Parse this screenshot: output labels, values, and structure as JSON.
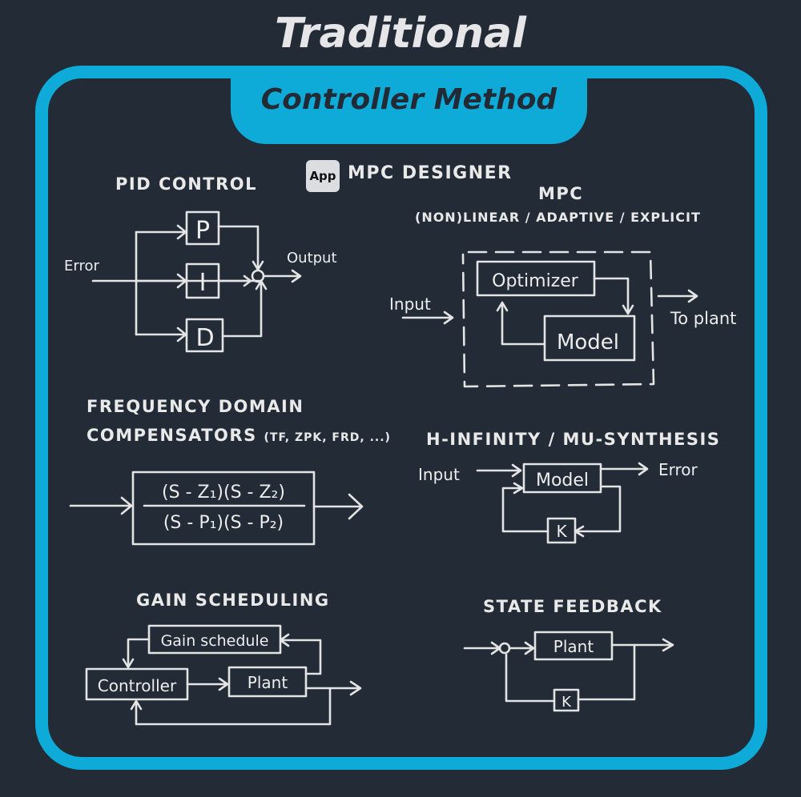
{
  "header": {
    "title": "Traditional",
    "tab_label": "Controller Method"
  },
  "colors": {
    "background": "#232b36",
    "accent": "#0fabd8",
    "chalk": "#e8e8e8"
  },
  "app_link": {
    "badge": "App",
    "label": "MPC DESIGNER"
  },
  "sections": {
    "pid": {
      "title": "PID CONTROL",
      "input": "Error",
      "output": "Output",
      "blocks": [
        "P",
        "I",
        "D"
      ]
    },
    "mpc": {
      "title": "MPC",
      "subtitle": "(NON)LINEAR / ADAPTIVE / EXPLICIT",
      "input": "Input",
      "output": "To plant",
      "blocks": [
        "Optimizer",
        "Model"
      ]
    },
    "freq": {
      "title_line1": "FREQUENCY DOMAIN",
      "title_line2": "COMPENSATORS",
      "title_suffix": "(TF, ZPK, FRD, ...)",
      "numerator": "(S - Z₁)(S - Z₂)",
      "denominator": "(S - P₁)(S - P₂)"
    },
    "hinf": {
      "title": "H-INFINITY / MU-SYNTHESIS",
      "input": "Input",
      "output": "Error",
      "blocks": [
        "Model",
        "K"
      ]
    },
    "gain": {
      "title": "GAIN SCHEDULING",
      "blocks": [
        "Gain schedule",
        "Controller",
        "Plant"
      ]
    },
    "state": {
      "title": "STATE FEEDBACK",
      "blocks": [
        "Plant",
        "K"
      ]
    }
  }
}
